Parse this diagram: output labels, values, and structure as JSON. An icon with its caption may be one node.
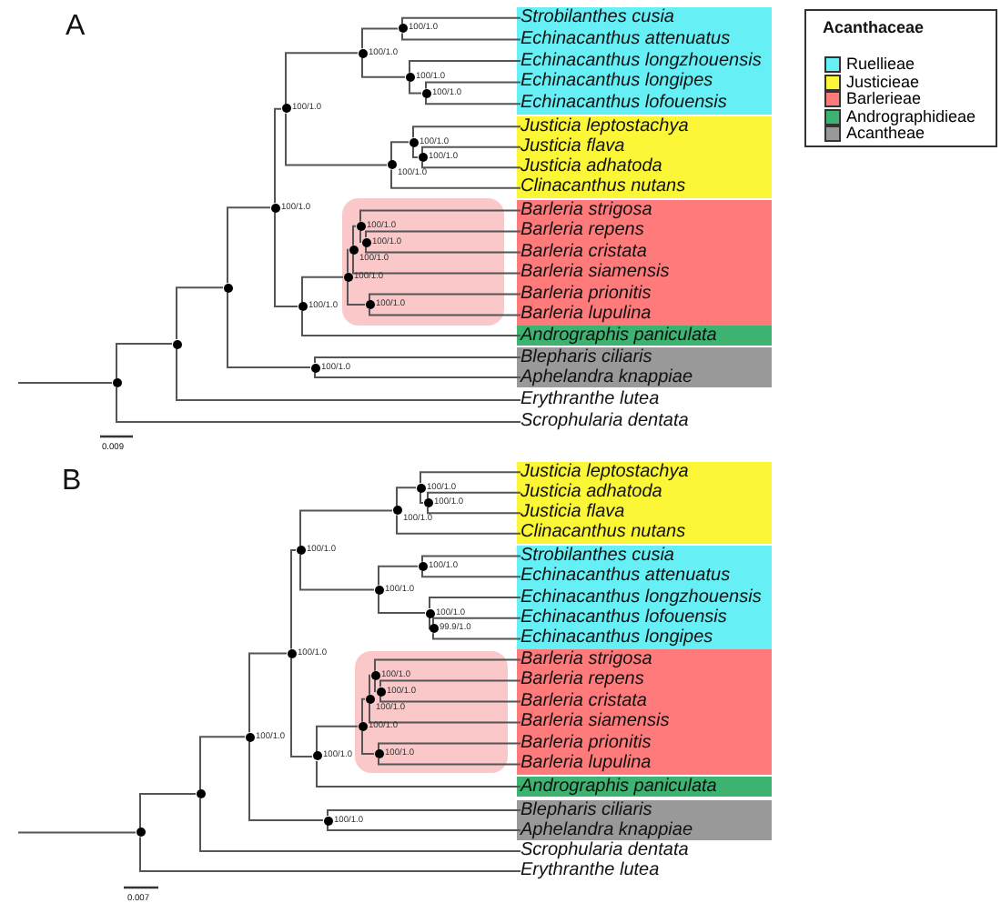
{
  "diagram": {
    "nodes": [
      {
        "text": [],
        "shape": "box"
      },
      {
        "text": [
          "Strobilanthes cusia"
        ],
        "in": 0
      },
      {
        "text": [
          "Echinacanthus attenuatus"
        ],
        "in": 0
      },
      {
        "text": [
          "Echinacanthus longzhouensis"
        ],
        "in": 0
      },
      {
        "text": [
          "Echinacanthus longipes"
        ],
        "in": 0
      },
      {
        "text": [
          "Echinacanthus lofouensis"
        ],
        "in": 0
      },
      {
        "text": [],
        "shape": "box"
      },
      {
        "text": [
          "Justicia leptostachya"
        ],
        "in": 6
      },
      {
        "text": [
          "Justicia flava"
        ],
        "in": 6
      },
      {
        "text": [
          "Justicia adhatoda"
        ],
        "in": 6
      },
      {
        "text": [
          "Clinacanthus nutans"
        ],
        "in": 6
      },
      {
        "text": [],
        "shape": "box"
      },
      {
        "text": [
          "Barleria strigosa"
        ],
        "in": 11
      },
      {
        "text": [
          "Barleria repens"
        ],
        "in": 11
      },
      {
        "text": [
          "Barleria cristata"
        ],
        "in": 11
      },
      {
        "text": [
          "Barleria siamensis"
        ],
        "in": 11
      },
      {
        "text": [
          "Barleria prionitis"
        ],
        "in": 11
      },
      {
        "text": [
          "Barleria lupulina"
        ],
        "in": 11
      },
      {
        "text": [],
        "shape": "box"
      },
      {
        "text": [
          "Andrographis paniculata"
        ],
        "in": 18
      },
      {
        "text": [],
        "shape": "box"
      },
      {
        "text": [
          "Blepharis ciliaris"
        ],
        "in": 20
      },
      {
        "text": [
          "Aphelandra knappiae"
        ],
        "in": 20
      },
      {
        "text": [
          "Erythranthe lutea"
        ]
      },
      {
        "text": [
          "Scrophularia dentata"
        ]
      },
      {
        "text": [],
        "shape": "circle"
      },
      {
        "text": [],
        "shape": "circle"
      },
      {
        "text": [],
        "shape": "circle"
      },
      {
        "text": [],
        "shape": "circle",
        "beside": [
          "100/1.0"
        ]
      },
      {
        "text": [],
        "shape": "circle",
        "beside": [
          "100/1.0"
        ]
      },
      {
        "text": [],
        "shape": "circle",
        "beside": [
          "100/1.0"
        ]
      },
      {
        "text": [],
        "shape": "circle",
        "beside": [
          "100/1.0"
        ]
      },
      {
        "text": [],
        "shape": "circle",
        "beside": [
          "100/1.0"
        ]
      },
      {
        "text": [],
        "shape": "circle",
        "beside": [
          "100/1.0"
        ]
      },
      {
        "text": [],
        "shape": "circle",
        "beside": [
          "100/1.0"
        ]
      },
      {
        "text": [],
        "shape": "circle",
        "beside": [
          "100/1.0"
        ]
      },
      {
        "text": [],
        "shape": "circle",
        "beside": [
          "100/1.0"
        ]
      },
      {
        "text": [],
        "shape": "circle",
        "beside": [
          "100/1.0"
        ]
      },
      {
        "text": [],
        "shape": "circle",
        "beside": [
          "100/1.0"
        ]
      },
      {
        "text": [],
        "shape": "circle",
        "beside": [
          "100/1.0"
        ]
      },
      {
        "text": [],
        "shape": "circle",
        "beside": [
          "100/1.0"
        ]
      },
      {
        "text": [],
        "shape": "circle",
        "beside": [
          "100/1.0"
        ]
      },
      {
        "text": [],
        "shape": "circle",
        "beside": [
          "100/1.0"
        ]
      },
      {
        "text": [],
        "shape": "circle",
        "beside": [
          "100/1.0"
        ]
      },
      {
        "text": [],
        "shape": "box"
      },
      {
        "text": [
          "Justicia leptostachya"
        ],
        "in": 44
      },
      {
        "text": [
          "Justicia adhatoda"
        ],
        "in": 44
      },
      {
        "text": [
          "Justicia flava"
        ],
        "in": 44
      },
      {
        "text": [
          "Clinacanthus nutans"
        ],
        "in": 44
      },
      {
        "text": [],
        "shape": "box"
      },
      {
        "text": [
          "Strobilanthes cusia"
        ],
        "in": 49
      },
      {
        "text": [
          "Echinacanthus attenuatus"
        ],
        "in": 49
      },
      {
        "text": [
          "Echinacanthus longzhouensis"
        ],
        "in": 49
      },
      {
        "text": [
          "Echinacanthus lofouensis"
        ],
        "in": 49
      },
      {
        "text": [
          "Echinacanthus longipes"
        ],
        "in": 49
      },
      {
        "text": [],
        "shape": "box"
      },
      {
        "text": [
          "Barleria strigosa"
        ],
        "in": 55
      },
      {
        "text": [
          "Barleria repens"
        ],
        "in": 55
      },
      {
        "text": [
          "Barleria cristata"
        ],
        "in": 55
      },
      {
        "text": [
          "Barleria siamensis"
        ],
        "in": 55
      },
      {
        "text": [
          "Barleria prionitis"
        ],
        "in": 55
      },
      {
        "text": [
          "Barleria lupulina"
        ],
        "in": 55
      },
      {
        "text": [],
        "shape": "box"
      },
      {
        "text": [
          "Andrographis paniculata"
        ],
        "in": 62
      },
      {
        "text": [],
        "shape": "box"
      },
      {
        "text": [
          "Blepharis ciliaris"
        ],
        "in": 64
      },
      {
        "text": [
          "Aphelandra knappiae"
        ],
        "in": 64
      },
      {
        "text": [
          "Scrophularia dentata"
        ]
      },
      {
        "text": [
          "Erythranthe lutea"
        ]
      },
      {
        "text": [],
        "shape": "circle"
      },
      {
        "text": [],
        "shape": "circle"
      },
      {
        "text": [],
        "shape": "circle",
        "beside": [
          "100/1.0"
        ]
      },
      {
        "text": [],
        "shape": "circle",
        "beside": [
          "100/1.0"
        ]
      },
      {
        "text": [],
        "shape": "circle",
        "beside": [
          "100/1.0"
        ]
      },
      {
        "text": [],
        "shape": "circle",
        "beside": [
          "100/1.0"
        ]
      },
      {
        "text": [],
        "shape": "circle",
        "beside": [
          "100/1.0"
        ]
      },
      {
        "text": [],
        "shape": "circle",
        "beside": [
          "100/1.0"
        ]
      },
      {
        "text": [],
        "shape": "circle",
        "beside": [
          "100/1.0"
        ]
      },
      {
        "text": [],
        "shape": "circle",
        "beside": [
          "100/1.0"
        ]
      },
      {
        "text": [],
        "shape": "circle",
        "beside": [
          "100/1.0"
        ]
      },
      {
        "text": [],
        "shape": "circle",
        "beside": [
          "99.9/1.0"
        ]
      },
      {
        "text": [],
        "shape": "circle",
        "beside": [
          "100/1.0"
        ]
      },
      {
        "text": [],
        "shape": "circle",
        "beside": [
          "100/1.0"
        ]
      },
      {
        "text": [],
        "shape": "circle",
        "beside": [
          "100/1.0"
        ]
      },
      {
        "text": [],
        "shape": "circle",
        "beside": [
          "100/1.0"
        ]
      },
      {
        "text": [],
        "shape": "circle",
        "beside": [
          "100/1.0"
        ]
      },
      {
        "text": [],
        "shape": "circle",
        "beside": [
          "100/1.0"
        ]
      },
      {
        "text": [],
        "shape": "circle",
        "beside": [
          "100/1.0"
        ]
      }
    ],
    "edges": [
      {
        "from": null,
        "to": 25,
        "arrow": "none"
      },
      {
        "from": 25,
        "to": 26,
        "arrow": "none"
      },
      {
        "from": 25,
        "to": 24,
        "arrow": "none"
      },
      {
        "from": 26,
        "to": 27,
        "arrow": "none"
      },
      {
        "from": 26,
        "to": 23,
        "arrow": "none"
      },
      {
        "from": 27,
        "to": 28,
        "arrow": "none"
      },
      {
        "from": 27,
        "to": 43,
        "arrow": "none"
      },
      {
        "from": 43,
        "to": 21,
        "arrow": "none"
      },
      {
        "from": 43,
        "to": 22,
        "arrow": "none"
      },
      {
        "from": 28,
        "to": 29,
        "arrow": "none"
      },
      {
        "from": 28,
        "to": 37,
        "arrow": "none"
      },
      {
        "from": 29,
        "to": 30,
        "arrow": "none"
      },
      {
        "from": 29,
        "to": 34,
        "arrow": "none"
      },
      {
        "from": 30,
        "to": 31,
        "arrow": "none"
      },
      {
        "from": 30,
        "to": 32,
        "arrow": "none"
      },
      {
        "from": 31,
        "to": 1,
        "arrow": "none"
      },
      {
        "from": 31,
        "to": 2,
        "arrow": "none"
      },
      {
        "from": 32,
        "to": 3,
        "arrow": "none"
      },
      {
        "from": 32,
        "to": 33,
        "arrow": "none"
      },
      {
        "from": 33,
        "to": 4,
        "arrow": "none"
      },
      {
        "from": 33,
        "to": 5,
        "arrow": "none"
      },
      {
        "from": 34,
        "to": 35,
        "arrow": "none"
      },
      {
        "from": 34,
        "to": 10,
        "arrow": "none"
      },
      {
        "from": 35,
        "to": 7,
        "arrow": "none"
      },
      {
        "from": 35,
        "to": 36,
        "arrow": "none"
      },
      {
        "from": 36,
        "to": 8,
        "arrow": "none"
      },
      {
        "from": 36,
        "to": 9,
        "arrow": "none"
      },
      {
        "from": 37,
        "to": 38,
        "arrow": "none"
      },
      {
        "from": 37,
        "to": 19,
        "arrow": "none"
      },
      {
        "from": 38,
        "to": 39,
        "arrow": "none"
      },
      {
        "from": 38,
        "to": 42,
        "arrow": "none"
      },
      {
        "from": 39,
        "to": 40,
        "arrow": "none"
      },
      {
        "from": 39,
        "to": 15,
        "arrow": "none"
      },
      {
        "from": 40,
        "to": 12,
        "arrow": "none"
      },
      {
        "from": 40,
        "to": 41,
        "arrow": "none"
      },
      {
        "from": 41,
        "to": 13,
        "arrow": "none"
      },
      {
        "from": 41,
        "to": 14,
        "arrow": "none"
      },
      {
        "from": 42,
        "to": 16,
        "arrow": "none"
      },
      {
        "from": 42,
        "to": 17,
        "arrow": "none"
      },
      {
        "from": null,
        "to": 69,
        "arrow": "none"
      },
      {
        "from": 69,
        "to": 70,
        "arrow": "none"
      },
      {
        "from": 69,
        "to": 68,
        "arrow": "none"
      },
      {
        "from": 70,
        "to": 71,
        "arrow": "none"
      },
      {
        "from": 70,
        "to": 67,
        "arrow": "none"
      },
      {
        "from": 71,
        "to": 72,
        "arrow": "none"
      },
      {
        "from": 71,
        "to": 87,
        "arrow": "none"
      },
      {
        "from": 87,
        "to": 65,
        "arrow": "none"
      },
      {
        "from": 87,
        "to": 66,
        "arrow": "none"
      },
      {
        "from": 72,
        "to": 73,
        "arrow": "none"
      },
      {
        "from": 72,
        "to": 81,
        "arrow": "none"
      },
      {
        "from": 73,
        "to": 74,
        "arrow": "none"
      },
      {
        "from": 73,
        "to": 77,
        "arrow": "none"
      },
      {
        "from": 74,
        "to": 75,
        "arrow": "none"
      },
      {
        "from": 74,
        "to": 48,
        "arrow": "none"
      },
      {
        "from": 75,
        "to": 45,
        "arrow": "none"
      },
      {
        "from": 75,
        "to": 76,
        "arrow": "none"
      },
      {
        "from": 76,
        "to": 46,
        "arrow": "none"
      },
      {
        "from": 76,
        "to": 47,
        "arrow": "none"
      },
      {
        "from": 77,
        "to": 78,
        "arrow": "none"
      },
      {
        "from": 77,
        "to": 79,
        "arrow": "none"
      },
      {
        "from": 78,
        "to": 50,
        "arrow": "none"
      },
      {
        "from": 78,
        "to": 51,
        "arrow": "none"
      },
      {
        "from": 79,
        "to": 52,
        "arrow": "none"
      },
      {
        "from": 79,
        "to": 80,
        "arrow": "none"
      },
      {
        "from": 80,
        "to": 53,
        "arrow": "none"
      },
      {
        "from": 80,
        "to": 54,
        "arrow": "none"
      },
      {
        "from": 81,
        "to": 82,
        "arrow": "none"
      },
      {
        "from": 81,
        "to": 63,
        "arrow": "none"
      },
      {
        "from": 82,
        "to": 83,
        "arrow": "none"
      },
      {
        "from": 82,
        "to": 86,
        "arrow": "none"
      },
      {
        "from": 83,
        "to": 84,
        "arrow": "none"
      },
      {
        "from": 83,
        "to": 59,
        "arrow": "none"
      },
      {
        "from": 84,
        "to": 56,
        "arrow": "none"
      },
      {
        "from": 84,
        "to": 85,
        "arrow": "none"
      },
      {
        "from": 85,
        "to": 57,
        "arrow": "none"
      },
      {
        "from": 85,
        "to": 58,
        "arrow": "none"
      },
      {
        "from": 86,
        "to": 60,
        "arrow": "none"
      },
      {
        "from": 86,
        "to": 61,
        "arrow": "none"
      }
    ],
    "labels": [
      "A",
      "Acanthaceae",
      "0.009",
      "B",
      "0.007"
    ],
    "legend": [
      {
        "text": "Ruellieae",
        "color": "#66f0f5"
      },
      {
        "text": "Justicieae",
        "color": "#fbf737"
      },
      {
        "text": "Barlerieae",
        "color": "#ff7b7b"
      },
      {
        "text": "Andrographidieae",
        "color": "#3cb371"
      },
      {
        "text": "Acantheae",
        "color": "#999999"
      }
    ]
  }
}
